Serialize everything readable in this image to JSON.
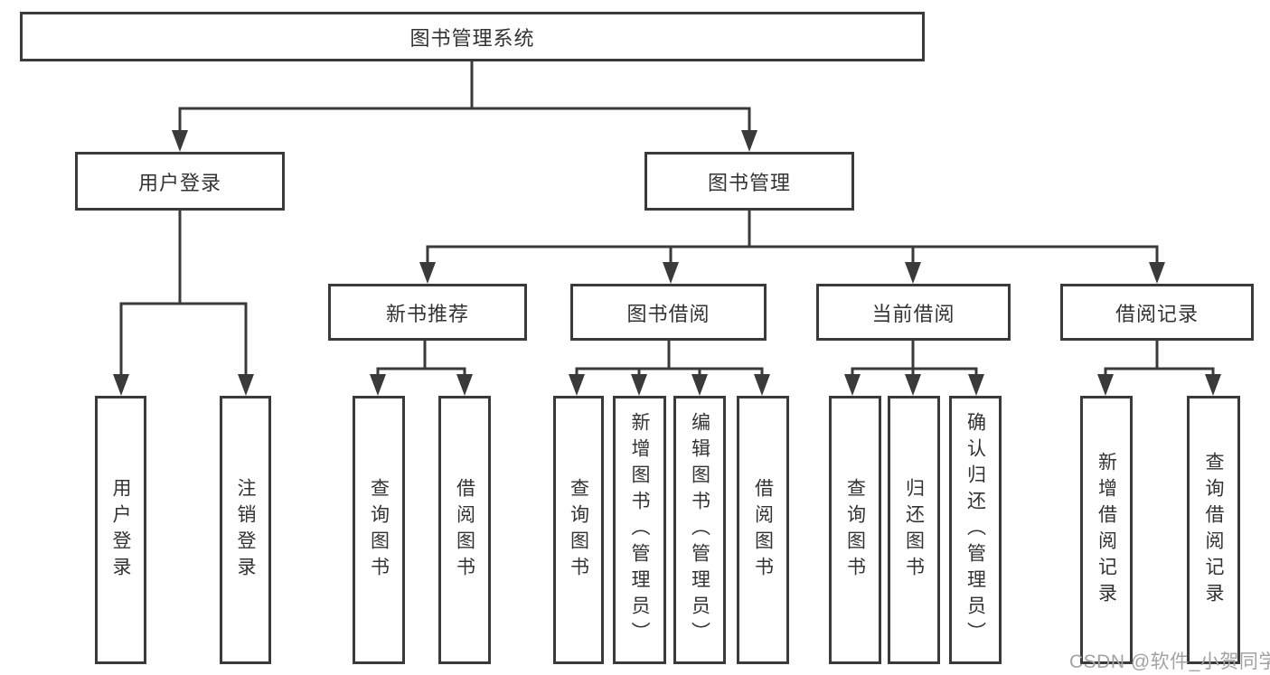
{
  "tree": {
    "root": {
      "label": "图书管理系统"
    },
    "level2": [
      {
        "label": "用户登录",
        "children": [
          "用户登录",
          "注销登录"
        ]
      },
      {
        "label": "图书管理"
      }
    ],
    "level3": [
      {
        "label": "新书推荐",
        "children": [
          "查询图书",
          "借阅图书"
        ]
      },
      {
        "label": "图书借阅",
        "children": [
          "查询图书",
          "新增图书（管理员）",
          "编辑图书（管理员）",
          "借阅图书"
        ]
      },
      {
        "label": "当前借阅",
        "children": [
          "查询图书",
          "归还图书",
          "确认归还（管理员）"
        ]
      },
      {
        "label": "借阅记录",
        "children": [
          "新增借阅记录",
          "查询借阅记录"
        ]
      }
    ]
  },
  "watermark": {
    "text": "CSDN @软件_小贺同学"
  },
  "colors": {
    "line": "#3a3a3a",
    "text": "#333333",
    "watermark": "#a2a2a2",
    "background": "#ffffff"
  }
}
